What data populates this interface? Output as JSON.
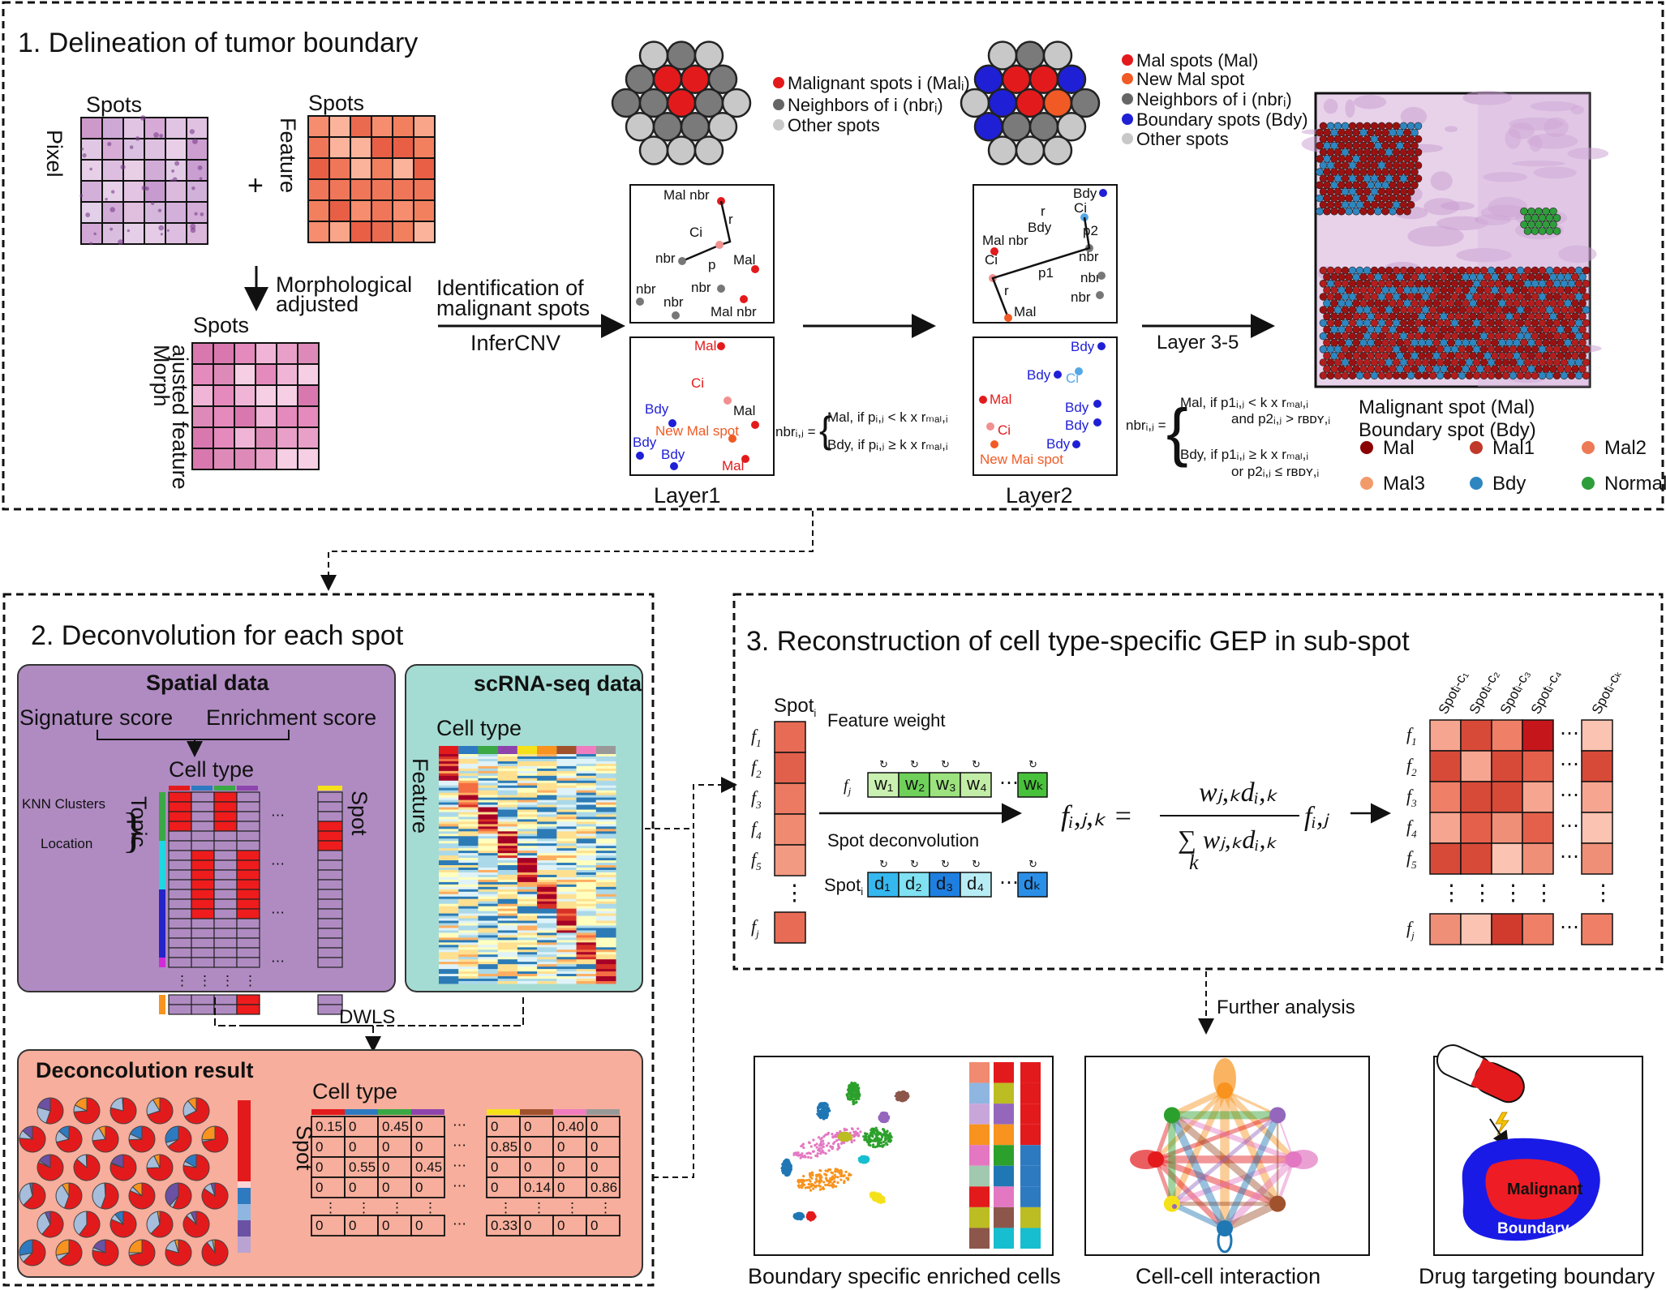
{
  "section1": {
    "title": "1. Delineation of tumor boundary",
    "spots_label_a": "Spots",
    "spots_label_b": "Spots",
    "spots_label_c": "Spots",
    "pixel_label": "Pixel",
    "feature_label": "Feature",
    "plus": "+",
    "morph_step": [
      "Morphological",
      "adjusted"
    ],
    "morph_matrix_label": [
      "Morph",
      "ajusted feature"
    ],
    "identify_label": [
      "Identification of",
      "malignant spots"
    ],
    "infercnv_label": "InferCNV",
    "legend1": [
      "Malignant spots i (Malᵢ)",
      "Neighbors of i (nbrᵢ)",
      "Other spots"
    ],
    "legend2": [
      "Mal spots (Mal)",
      "New Mal spot",
      "Neighbors of  i  (nbrᵢ)",
      "Boundary spots (Bdy)",
      "Other spots"
    ],
    "layer1_label": "Layer1",
    "layer2_label": "Layer2",
    "layer35_label": "Layer 3-5",
    "l1_top_labels": [
      "Mal nbr",
      "r",
      "Ci",
      "nbr",
      "p",
      "Mal",
      "nbr",
      "nbr",
      "nbr",
      "Mal nbr"
    ],
    "l1_bot_labels": [
      "Mal",
      "Ci",
      "Bdy",
      "New Mal spot",
      "Mal",
      "Bdy",
      "Bdy",
      "Mal"
    ],
    "l2_top_labels": [
      "Bdy",
      "r",
      "Ci",
      "Bdy",
      "p2",
      "Mal nbr",
      "nbr",
      "Ci",
      "p1",
      "nbr",
      "nbr",
      "r",
      "Mal"
    ],
    "l2_bot_labels": [
      "Bdy",
      "Bdy",
      "Ci",
      "Mal",
      "Bdy",
      "Bdy",
      "Ci",
      "Bdy",
      "New Mai spot"
    ],
    "formula1": [
      "nbrᵢ,ⱼ =",
      "Mal, if pᵢ,ⱼ < k x rₘₐₗ,ᵢ",
      "Bdy, if pᵢ,ⱼ ≥ k x rₘₐₗ,ᵢ"
    ],
    "formula2": [
      "nbrᵢ,ⱼ =",
      "Mal, if p1ᵢ,ⱼ < k x rₘₐₗ,ᵢ",
      "and p2ᵢ,ⱼ > rʙᴅʏ,ᵢ",
      "Bdy, if p1ᵢ,ⱼ ≥ k x rₘₐₗ,ᵢ",
      "or p2ᵢ,ⱼ ≤ rʙᴅʏ,ᵢ"
    ],
    "histology_legend": {
      "line1": "Malignant spot (Mal)",
      "line2": "Boundary spot (Bdy)",
      "items": [
        {
          "label": "Mal",
          "color": "#8b0000"
        },
        {
          "label": "Mal1",
          "color": "#c0392b"
        },
        {
          "label": "Mal2",
          "color": "#ec7a55"
        },
        {
          "label": "Mal3",
          "color": "#f39a6b"
        },
        {
          "label": "Bdy",
          "color": "#2e86c1"
        },
        {
          "label": "Normal",
          "color": "#2e9e3b"
        }
      ]
    }
  },
  "section2": {
    "title": "2. Deconvolution for each spot",
    "spatial_title": "Spatial data",
    "signature_score": "Signature score",
    "enrichment_score": "Enrichment score",
    "cell_type": "Cell type",
    "topic": "Topic",
    "spot": "Spot",
    "knn_clusters": "KNN Clusters",
    "location": "Location",
    "scrna_title": "scRNA-seq data",
    "scrna_cell_type": "Cell type",
    "scrna_feature": "Feature",
    "dwls": "DWLS",
    "result_title": "Deconcolution result",
    "result_cell_type": "Cell type",
    "result_spot": "Spot",
    "result_rows": [
      [
        "0.15",
        "0",
        "0.45",
        "0",
        "0",
        "0",
        "0.40",
        "0"
      ],
      [
        "0",
        "0",
        "0",
        "0",
        "0.85",
        "0",
        "0",
        "0"
      ],
      [
        "0",
        "0.55",
        "0",
        "0.45",
        "0",
        "0",
        "0",
        "0"
      ],
      [
        "0",
        "0",
        "0",
        "0",
        "0",
        "0.14",
        "0",
        "0.86"
      ],
      [
        "0",
        "0",
        "0",
        "0",
        "0.33",
        "0",
        "0",
        "0"
      ]
    ]
  },
  "section3": {
    "title": "3. Reconstruction of cell type-specific GEP in sub-spot",
    "spot_i": "Spot",
    "feature_weight": "Feature weight",
    "spot_deconvolution": "Spot deconvolution",
    "f_labels": [
      "f",
      "f",
      "f",
      "f",
      "f",
      "f"
    ],
    "w_labels": [
      "w₁",
      "w₂",
      "w₃",
      "w₄",
      "wₖ"
    ],
    "d_labels": [
      "d₁",
      "d₂",
      "d₃",
      "d₄",
      "dₖ"
    ],
    "formula_lhs": "fᵢ,ⱼ,ₖ =",
    "formula_num": "wⱼ,ₖdᵢ,ₖ",
    "formula_den": "∑ wⱼ,ₖdᵢ,ₖ",
    "formula_k": "k",
    "formula_rhs": "fᵢ,ⱼ",
    "subspot_headers": [
      "Spotᵢ-c₁",
      "Spotᵢ-c₂",
      "Spotᵢ-c₃",
      "Spotᵢ-c₄",
      "Spotᵢ-cₖ"
    ]
  },
  "further": {
    "label": "Further analysis",
    "panel1": "Boundary specific enriched cells",
    "panel2": "Cell-cell interaction",
    "panel3": "Drug targeting boundary",
    "malignant": "Malignant",
    "boundary": "Boundary"
  }
}
